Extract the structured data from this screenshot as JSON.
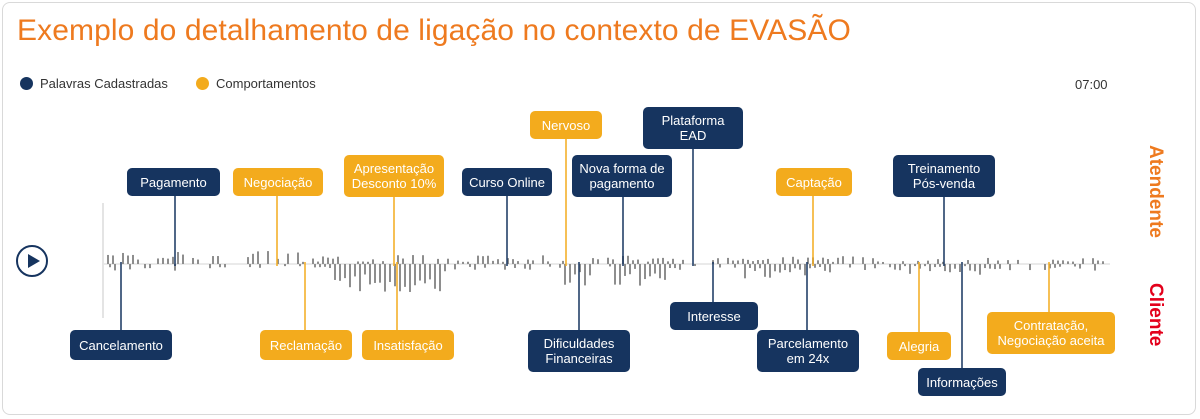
{
  "title": "Exemplo do detalhamento de ligação no contexto de EVASÃO",
  "legend": [
    {
      "label": "Palavras Cadastradas",
      "color": "#16345f"
    },
    {
      "label": "Comportamentos",
      "color": "#f3ab1d"
    }
  ],
  "time": "07:00",
  "side_labels": {
    "top": "Atendente",
    "bottom": "Cliente"
  },
  "colors": {
    "navy": "#16345f",
    "gold": "#f3ab1d",
    "title": "#ee7a1f",
    "client": "#e3001b"
  },
  "play_icon": "play-circle-icon",
  "top_labels": [
    {
      "text": "Pagamento",
      "type": "navy"
    },
    {
      "text": "Negociação",
      "type": "gold"
    },
    {
      "text": "Apresentação\nDesconto 10%",
      "type": "gold"
    },
    {
      "text": "Curso Online",
      "type": "navy"
    },
    {
      "text": "Nervoso",
      "type": "gold"
    },
    {
      "text": "Nova forma de\npagamento",
      "type": "navy"
    },
    {
      "text": "Plataforma\nEAD",
      "type": "navy"
    },
    {
      "text": "Captação",
      "type": "gold"
    },
    {
      "text": "Treinamento\nPós-venda",
      "type": "navy"
    }
  ],
  "bottom_labels": [
    {
      "text": "Cancelamento",
      "type": "navy"
    },
    {
      "text": "Reclamação",
      "type": "gold"
    },
    {
      "text": "Insatisfação",
      "type": "gold"
    },
    {
      "text": "Dificuldades\nFinanceiras",
      "type": "navy"
    },
    {
      "text": "Interesse",
      "type": "navy"
    },
    {
      "text": "Parcelamento\nem 24x",
      "type": "navy"
    },
    {
      "text": "Alegria",
      "type": "gold"
    },
    {
      "text": "Informações",
      "type": "navy"
    },
    {
      "text": "Contratação,\nNegociação aceita",
      "type": "gold"
    }
  ]
}
